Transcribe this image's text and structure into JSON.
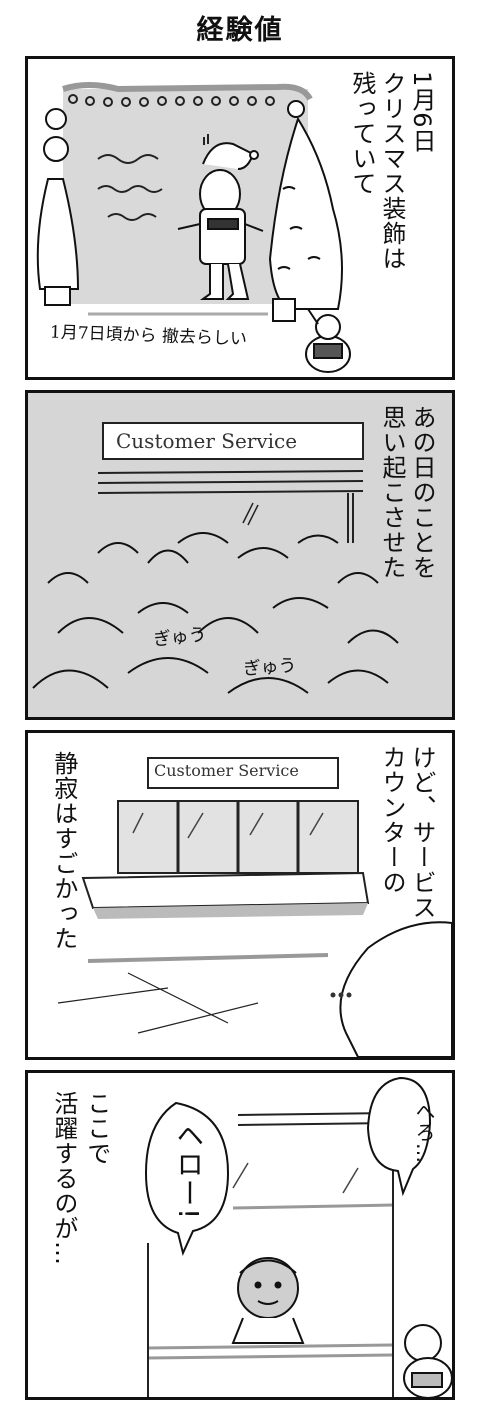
{
  "title": "経験値",
  "panels": [
    {
      "narration": [
        "1月6日",
        "クリスマス装飾は",
        "残っていて"
      ],
      "handwritten_note": "1月7日頃から 撤去らしい"
    },
    {
      "narration": [
        "あの日のことを",
        "思い起こさせた"
      ],
      "sign": "Customer Service",
      "sfx": [
        "ぎゅう",
        "ぎゅう"
      ]
    },
    {
      "narration_right": [
        "けど、サービス",
        "カウンターの"
      ],
      "narration_left": [
        "静寂はすごかった"
      ],
      "sign": "Customer Service"
    },
    {
      "narration": [
        "ここで",
        "活躍するのが…"
      ],
      "speech_left": "ヘロー!",
      "speech_right": "へろ…"
    }
  ]
}
